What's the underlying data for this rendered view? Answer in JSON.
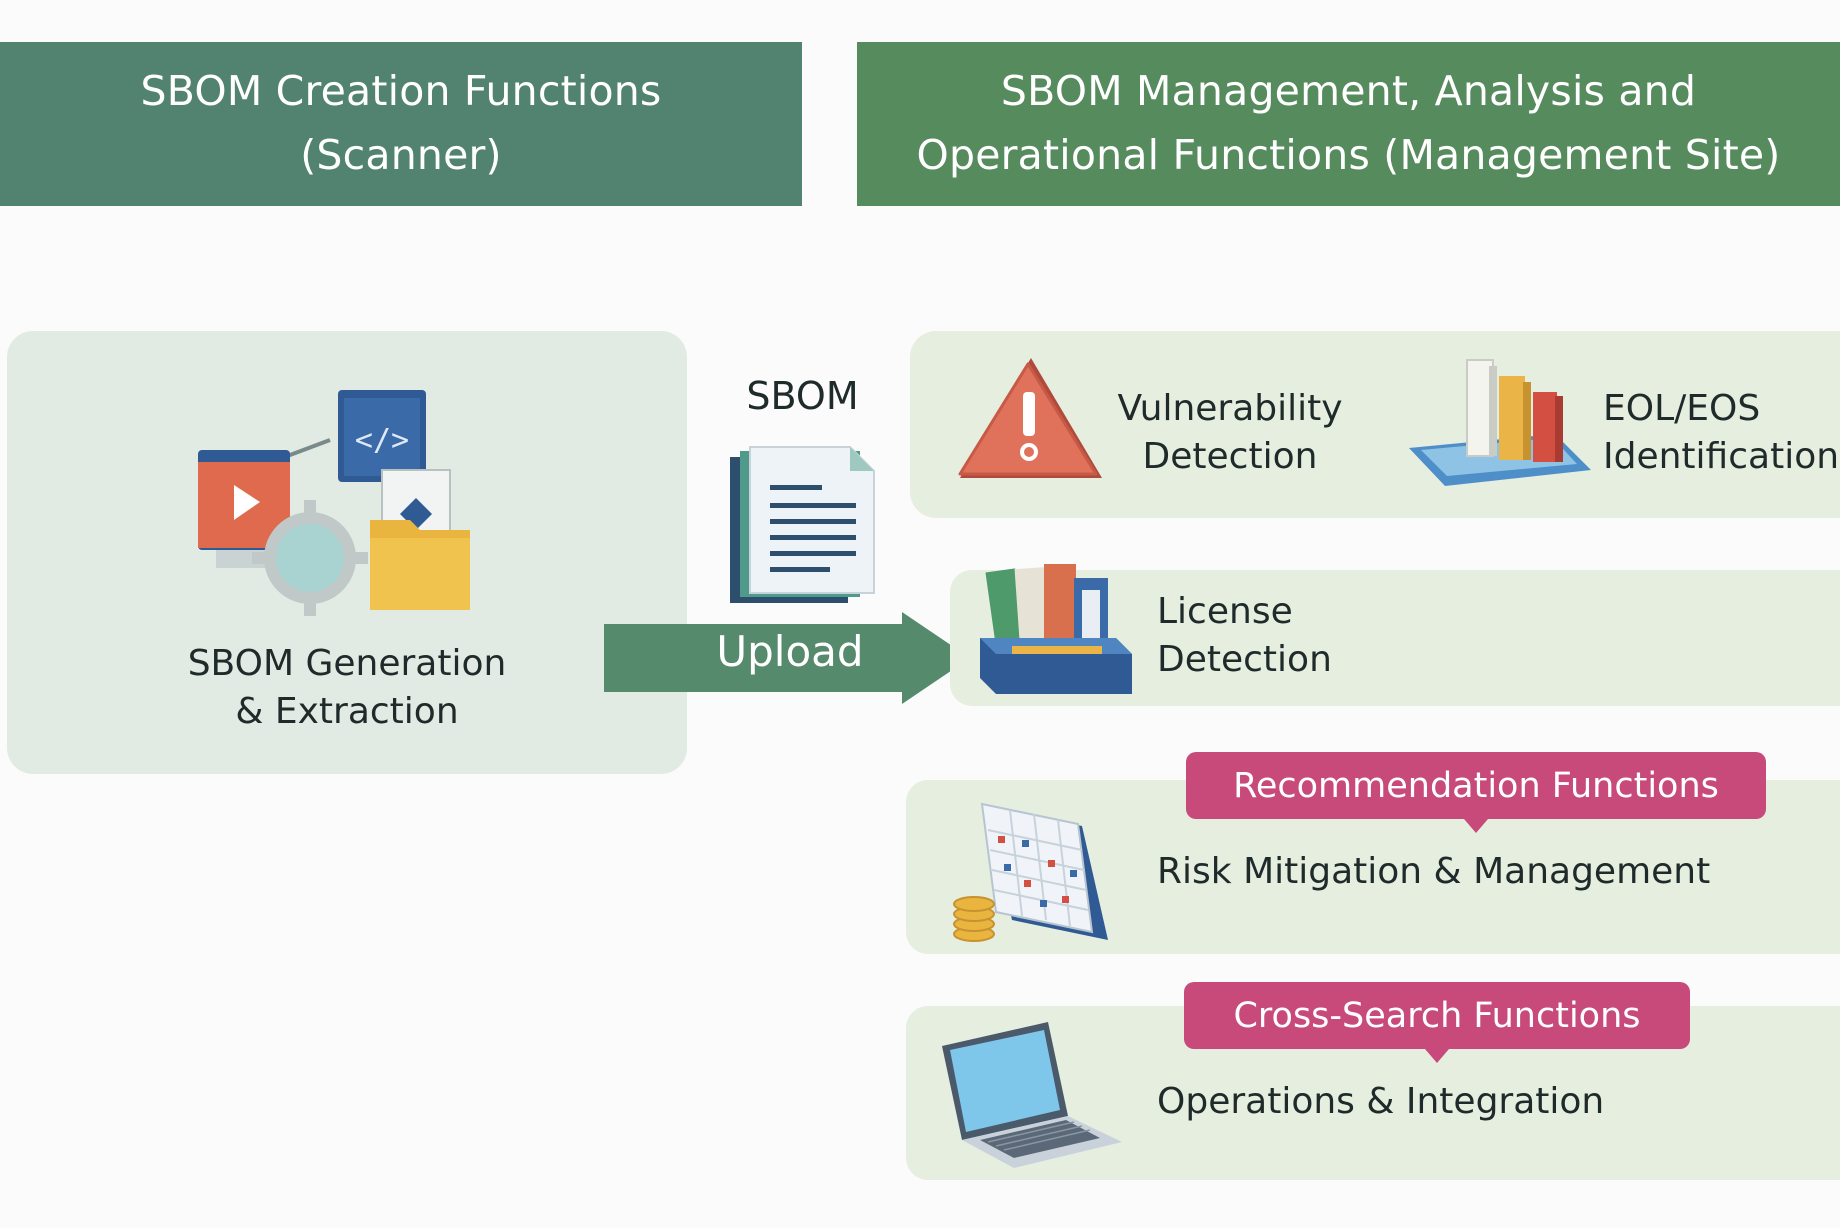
{
  "headers": {
    "left": {
      "line1": "SBOM Creation Functions",
      "line2": "(Scanner)"
    },
    "right": {
      "line1": "SBOM Management, Analysis and",
      "line2": "Operational Functions (Management Site)"
    }
  },
  "creation": {
    "line1": "SBOM Generation",
    "line2": "& Extraction"
  },
  "sbom_doc": {
    "label": "SBOM"
  },
  "upload": {
    "label": "Upload"
  },
  "functions": {
    "vulnerability": {
      "line1": "Vulnerability",
      "line2": "Detection"
    },
    "eol": {
      "line1": "EOL/EOS",
      "line2": "Identification"
    },
    "license": {
      "line1": "License",
      "line2": "Detection"
    },
    "recommendation": {
      "badge": "Recommendation Functions",
      "label": "Risk Mitigation & Management"
    },
    "cross_search": {
      "badge": "Cross-Search Functions",
      "label": "Operations & Integration"
    }
  }
}
